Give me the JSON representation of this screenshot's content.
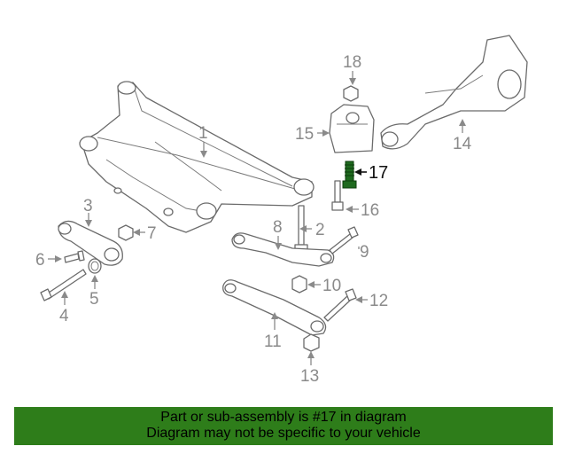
{
  "callouts": {
    "c1": "1",
    "c2": "2",
    "c3": "3",
    "c4": "4",
    "c5": "5",
    "c6": "6",
    "c7": "7",
    "c8": "8",
    "c9": "9",
    "c10": "10",
    "c11": "11",
    "c12": "12",
    "c13": "13",
    "c14": "14",
    "c15": "15",
    "c16": "16",
    "c17": "17",
    "c18": "18"
  },
  "highlighted_part": "17",
  "banner": {
    "line1": "Part or sub-assembly is #17 in diagram",
    "line2": "Diagram may not be specific to your vehicle",
    "color": "#2e7d1a"
  },
  "colors": {
    "linework": "#6b6b6b",
    "callout_text": "#8a8a8a",
    "highlight": "#111111"
  }
}
